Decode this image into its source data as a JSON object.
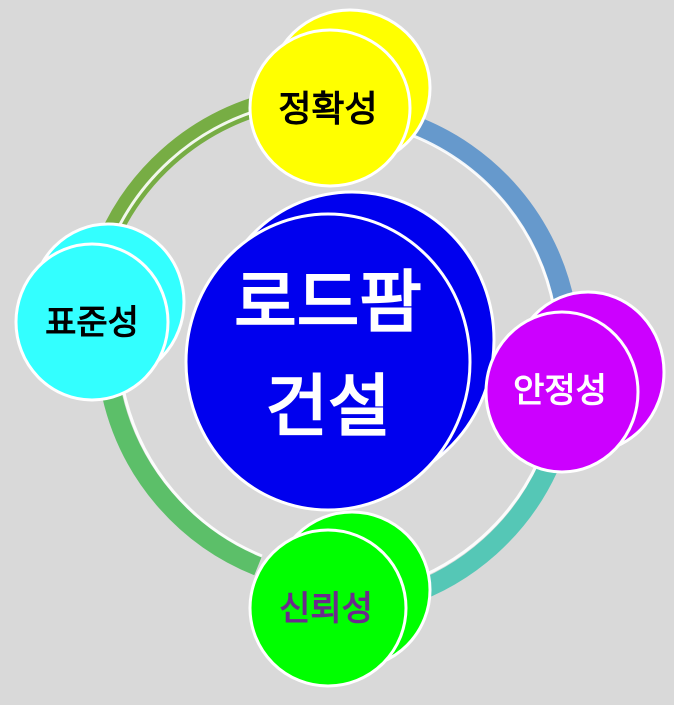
{
  "center": {
    "line1": "로드팜",
    "line2": "건설",
    "fill": "#0000ee",
    "text_color": "#ffffff"
  },
  "nodes": {
    "top": {
      "label": "정확성",
      "fill": "#ffff00",
      "text_color": "#000000"
    },
    "right": {
      "label": "안정성",
      "fill": "#cc00ff",
      "text_color": "#ffffff"
    },
    "bottom": {
      "label": "신뢰성",
      "fill": "#00ff00",
      "text_color": "#6b2a8c"
    },
    "left": {
      "label": "표준성",
      "fill": "#33ffff",
      "text_color": "#000000"
    }
  },
  "ring_colors": {
    "top_left": "#77ad44",
    "top_right": "#6699cc",
    "bottom_right": "#55c7b6",
    "bottom_left": "#5cbf69"
  }
}
